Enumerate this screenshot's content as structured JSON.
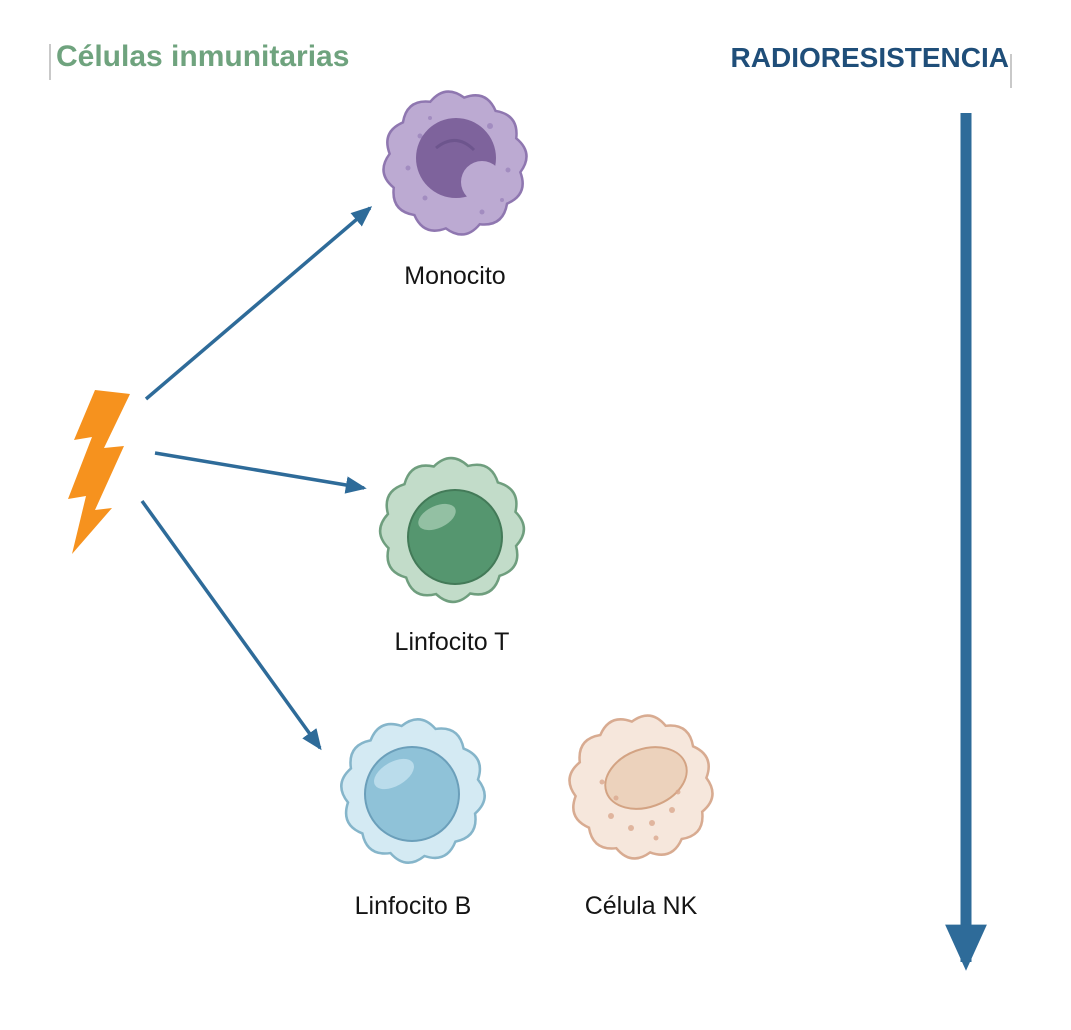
{
  "titles": {
    "left": "Células inmunitarias",
    "right": "RADIORESISTENCIA"
  },
  "cells": [
    {
      "id": "monocito",
      "label": "Monocito"
    },
    {
      "id": "linfocito-t",
      "label": "Linfocito T"
    },
    {
      "id": "linfocito-b",
      "label": "Linfocito B"
    },
    {
      "id": "celula-nk",
      "label": "Célula NK"
    }
  ],
  "palette": {
    "title-green": "#6FA37E",
    "title-navy": "#1F4E79",
    "arrow-blue": "#2E6B99",
    "bolt-orange": "#F6921E",
    "monocito-body": "#BCAAD2",
    "monocito-edge": "#8F77B0",
    "monocito-nucleus": "#7E639C",
    "monocito-speckle": "#9D87BD",
    "t-body": "#C2DCC9",
    "t-edge": "#6F9E7E",
    "t-nucleus": "#55966F",
    "b-body": "#D4EAF3",
    "b-edge": "#85B5CA",
    "b-nucleus": "#8FC2D8",
    "nk-body": "#F6E7DC",
    "nk-edge": "#D8AB91",
    "nk-nucleus": "#ECD2BC"
  }
}
